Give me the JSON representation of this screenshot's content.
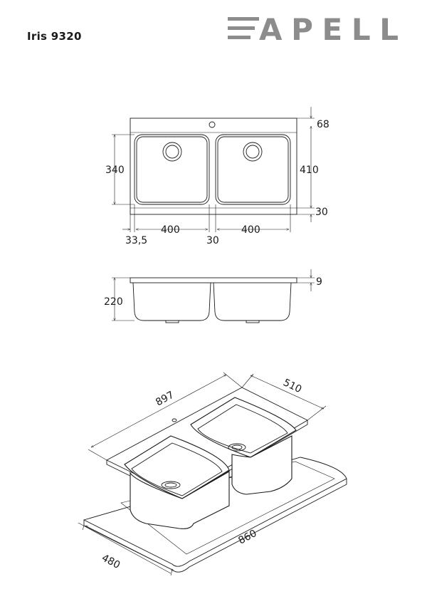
{
  "header": {
    "model": "Iris 9320",
    "brand": "APELL",
    "brand_color": "#8c8c8c"
  },
  "top_view": {
    "dims": {
      "top_margin": "68",
      "bowl_height": "340",
      "overall_depth": "410",
      "bottom_margin": "30",
      "bowl_width_left": "400",
      "bowl_width_right": "400",
      "left_offset": "33,5",
      "divider": "30"
    }
  },
  "side_view": {
    "dims": {
      "rim": "9",
      "bowl_depth": "220"
    }
  },
  "iso_view": {
    "dims": {
      "length": "897",
      "width": "510",
      "cutout_length": "860",
      "cutout_width": "480"
    }
  }
}
